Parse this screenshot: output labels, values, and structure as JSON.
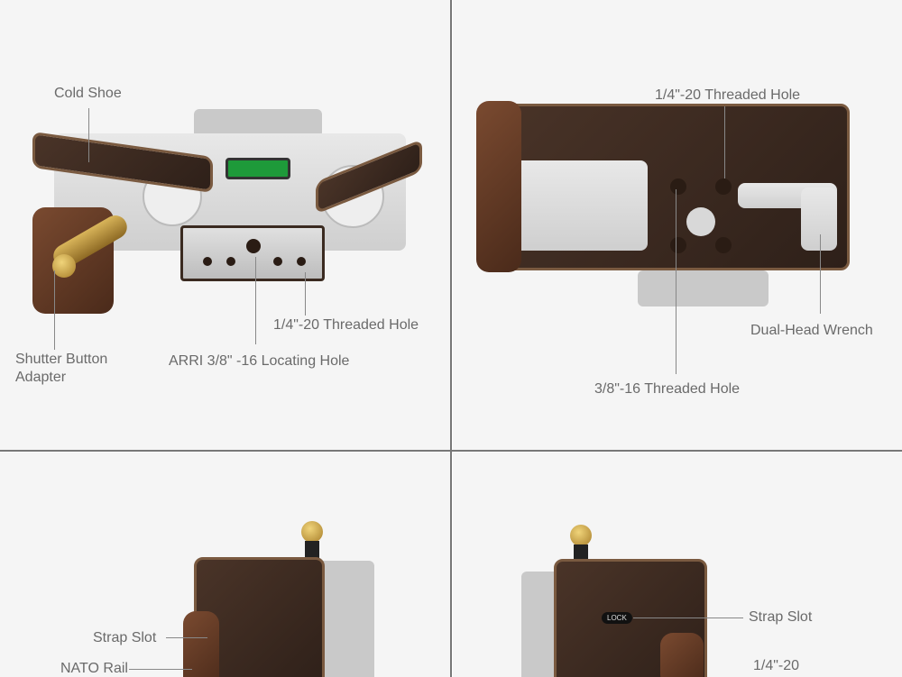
{
  "colors": {
    "background": "#f5f5f5",
    "divider": "#777777",
    "label": "#6a6a6a",
    "bronze": "#4a3428",
    "brass": "#c9a24a"
  },
  "panels": {
    "top_left": {
      "labels": {
        "cold_shoe": "Cold Shoe",
        "threaded_hole": "1/4\"-20 Threaded Hole",
        "shutter_button": "Shutter Button",
        "shutter_button_2": "Adapter",
        "arri": "ARRI 3/8\" -16 Locating Hole"
      }
    },
    "top_right": {
      "labels": {
        "threaded_hole": "1/4\"-20 Threaded Hole",
        "wrench": "Dual-Head Wrench",
        "threaded_38": "3/8\"-16 Threaded Hole"
      }
    },
    "bottom_left": {
      "labels": {
        "strap_slot": "Strap Slot",
        "nato_rail": "NATO Rail"
      }
    },
    "bottom_right": {
      "labels": {
        "strap_slot": "Strap Slot",
        "threaded_hole_partial": "1/4\"-20"
      },
      "lock_text": "LOCK"
    }
  }
}
